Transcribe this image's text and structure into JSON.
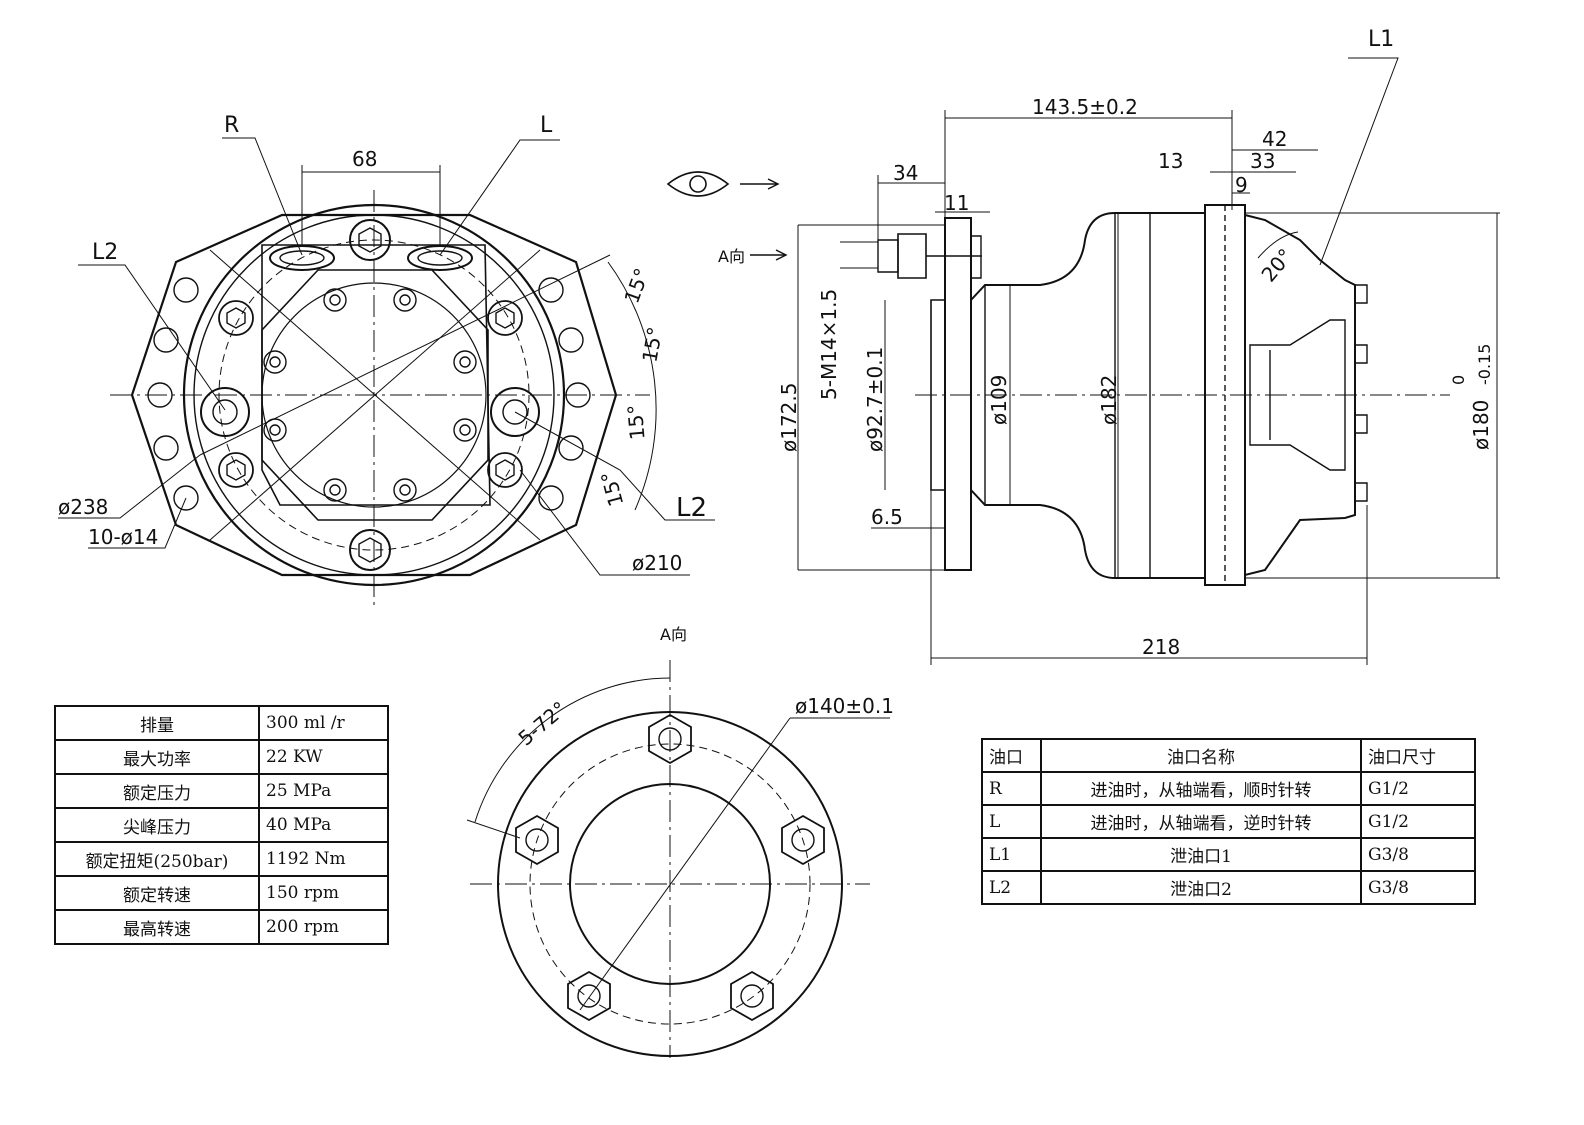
{
  "front_view": {
    "R": "R",
    "L": "L",
    "L2": "L2",
    "L2_right": "L2",
    "dim_68": "68",
    "dim_238": "ø238",
    "holes": "10-ø14",
    "dim_210": "ø210",
    "ang1": "15°",
    "ang2": "15°",
    "ang3": "15°",
    "ang4": "15°"
  },
  "side_view": {
    "L1": "L1",
    "a_dir": "A向",
    "d143": "143.5±0.2",
    "d42": "42",
    "d34": "34",
    "d13": "13",
    "d33": "33",
    "d11": "11",
    "d9": "9",
    "d20": "20°",
    "thread": "5-M14×1.5",
    "d1725": "ø172.5",
    "d927": "ø92.7±0.1",
    "d109": "ø109",
    "d182": "ø182",
    "d180": "ø180",
    "d180_tol_up": "0",
    "d180_tol_dn": "-0.15",
    "d65": "6.5",
    "d218": "218"
  },
  "a_view": {
    "title": "A向",
    "angle": "5-72°",
    "pcd": "ø140±0.1"
  },
  "specs": {
    "rows": [
      {
        "k": "排量",
        "v": "300 ml /r"
      },
      {
        "k": "最大功率",
        "v": "22 KW"
      },
      {
        "k": "额定压力",
        "v": "25 MPa"
      },
      {
        "k": "尖峰压力",
        "v": "40 MPa"
      },
      {
        "k": "额定扭矩(250bar)",
        "v": "1192 Nm"
      },
      {
        "k": "额定转速",
        "v": "150 rpm"
      },
      {
        "k": "最高转速",
        "v": "200 rpm"
      }
    ]
  },
  "ports": {
    "header": {
      "c1": "油口",
      "c2": "油口名称",
      "c3": "油口尺寸"
    },
    "rows": [
      {
        "c1": "R",
        "c2": "进油时，从轴端看，顺时针转",
        "c3": "G1/2"
      },
      {
        "c1": "L",
        "c2": "进油时，从轴端看，逆时针转",
        "c3": "G1/2"
      },
      {
        "c1": "L1",
        "c2": "泄油口1",
        "c3": "G3/8"
      },
      {
        "c1": "L2",
        "c2": "泄油口2",
        "c3": "G3/8"
      }
    ]
  }
}
